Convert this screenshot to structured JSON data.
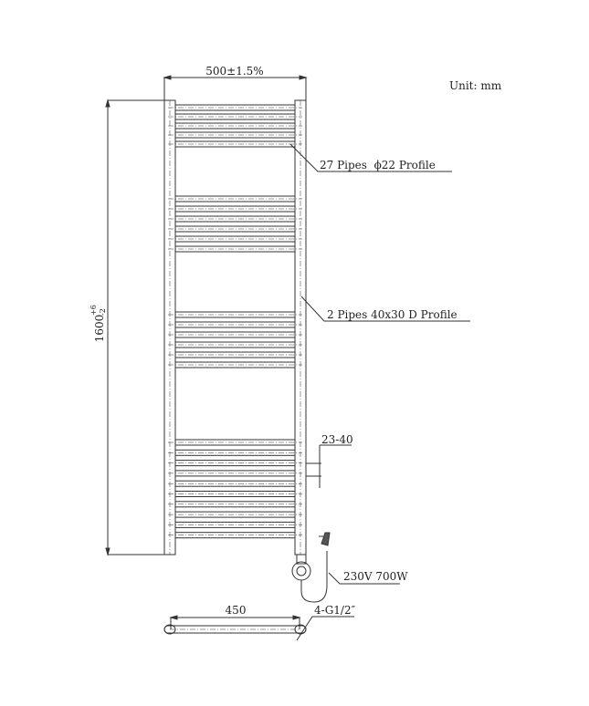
{
  "unit_label": "Unit: mm",
  "dimensions": {
    "width": "500±1.5%",
    "height": "1600",
    "height_tol_upper": "+6",
    "height_tol_lower": "-2",
    "wall_distance": "23-40",
    "pipe_centers": "450"
  },
  "callouts": {
    "horizontal_pipes": "27 Pipes  ϕ22 Profile",
    "vertical_pipes": "2 Pipes 40x30 D Profile",
    "heater": "230V 700W",
    "connections": "4-G1/2″"
  },
  "pipe_groups": [
    5,
    6,
    6,
    10
  ],
  "line_color": "#333333"
}
